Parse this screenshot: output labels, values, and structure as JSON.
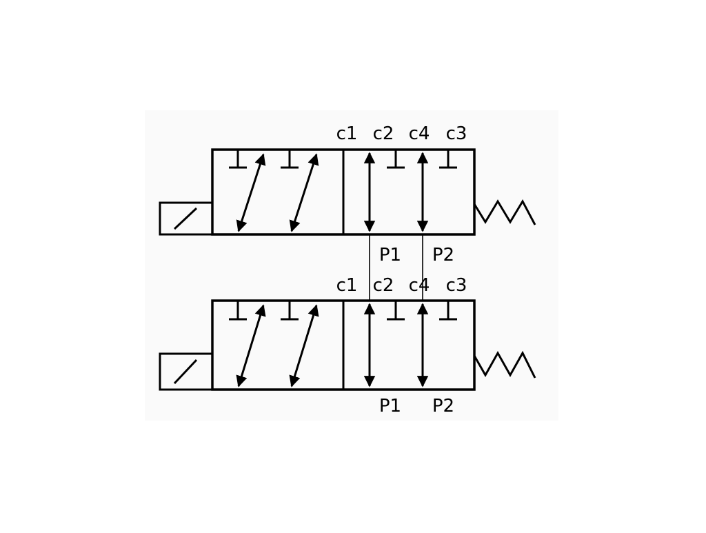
{
  "colors": {
    "line": "#000000",
    "background": "#ffffff",
    "panel": "#fafafa"
  },
  "valves": [
    {
      "id": "upper",
      "top_ports": {
        "c1": "c1",
        "c2": "c2",
        "c4": "c4",
        "c3": "c3"
      },
      "bottom_ports": {
        "p1": "P1",
        "p2": "P2"
      }
    },
    {
      "id": "lower",
      "top_ports": {
        "c1": "c1",
        "c2": "c2",
        "c4": "c4",
        "c3": "c3"
      },
      "bottom_ports": {
        "p1": "P1",
        "p2": "P2"
      }
    }
  ]
}
